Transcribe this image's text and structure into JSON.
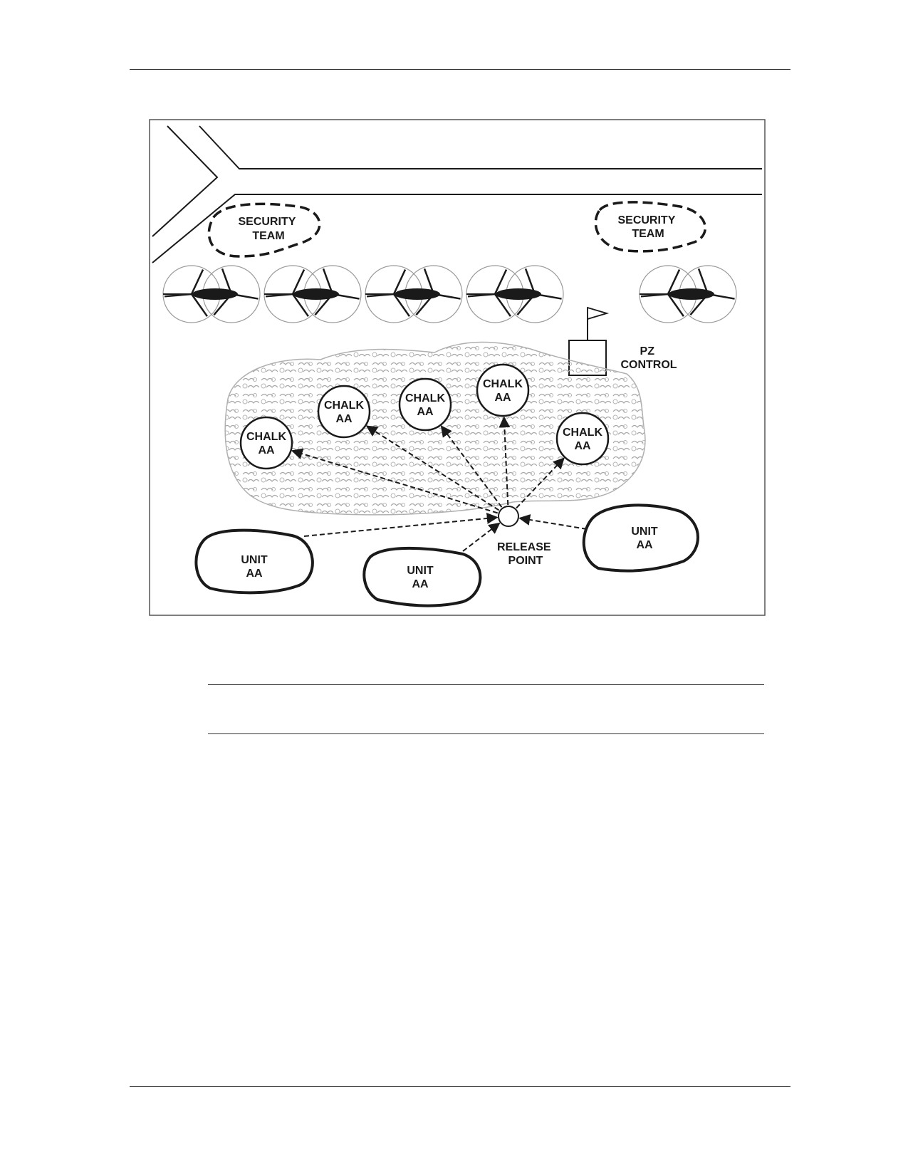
{
  "labels": {
    "security_team_left": [
      "SECURITY",
      "TEAM"
    ],
    "security_team_right": [
      "SECURITY",
      "TEAM"
    ],
    "pz_control": [
      "PZ",
      "CONTROL"
    ],
    "release_point": [
      "RELEASE",
      "POINT"
    ],
    "chalks": [
      [
        "CHALK",
        "AA"
      ],
      [
        "CHALK",
        "AA"
      ],
      [
        "CHALK",
        "AA"
      ],
      [
        "CHALK",
        "AA"
      ],
      [
        "CHALK",
        "AA"
      ]
    ],
    "units": [
      [
        "UNIT",
        "AA"
      ],
      [
        "UNIT",
        "AA"
      ],
      [
        "UNIT",
        "AA"
      ]
    ]
  },
  "icons": {
    "helicopter": "tandem-rotor-helicopter-icon",
    "flag": "flag-icon",
    "release_point": "circle-icon"
  },
  "colors": {
    "line": "#1a1a1a",
    "foliage": "#a8a8a8",
    "rotor": "#9a9a9a"
  }
}
